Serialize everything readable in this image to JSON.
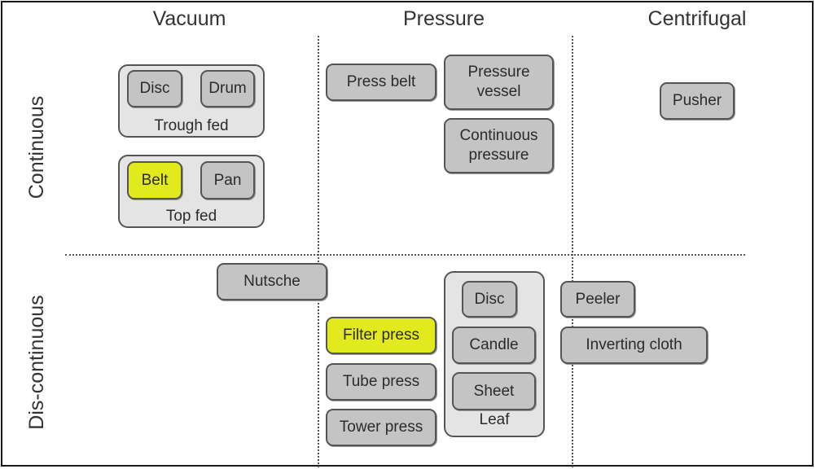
{
  "columns": {
    "vacuum": "Vacuum",
    "pressure": "Pressure",
    "centrifugal": "Centrifugal"
  },
  "rows": {
    "continuous": "Continuous",
    "discontinuous": "Dis-continuous"
  },
  "nodes": {
    "disc_trough": "Disc",
    "drum": "Drum",
    "trough_fed": "Trough fed",
    "belt": "Belt",
    "pan": "Pan",
    "top_fed": "Top fed",
    "press_belt": "Press belt",
    "pressure_vessel": "Pressure\nvessel",
    "continuous_pressure": "Continuous\npressure",
    "pusher": "Pusher",
    "nutsche": "Nutsche",
    "filter_press": "Filter press",
    "tube_press": "Tube press",
    "tower_press": "Tower press",
    "disc_leaf": "Disc",
    "candle": "Candle",
    "sheet": "Sheet",
    "leaf": "Leaf",
    "peeler": "Peeler",
    "inverting_cloth": "Inverting cloth"
  },
  "colors": {
    "box_fill": "#c4c4c4",
    "group_fill": "#e4e4e4",
    "highlight_fill": "#e2ea1e",
    "border": "#555555"
  }
}
